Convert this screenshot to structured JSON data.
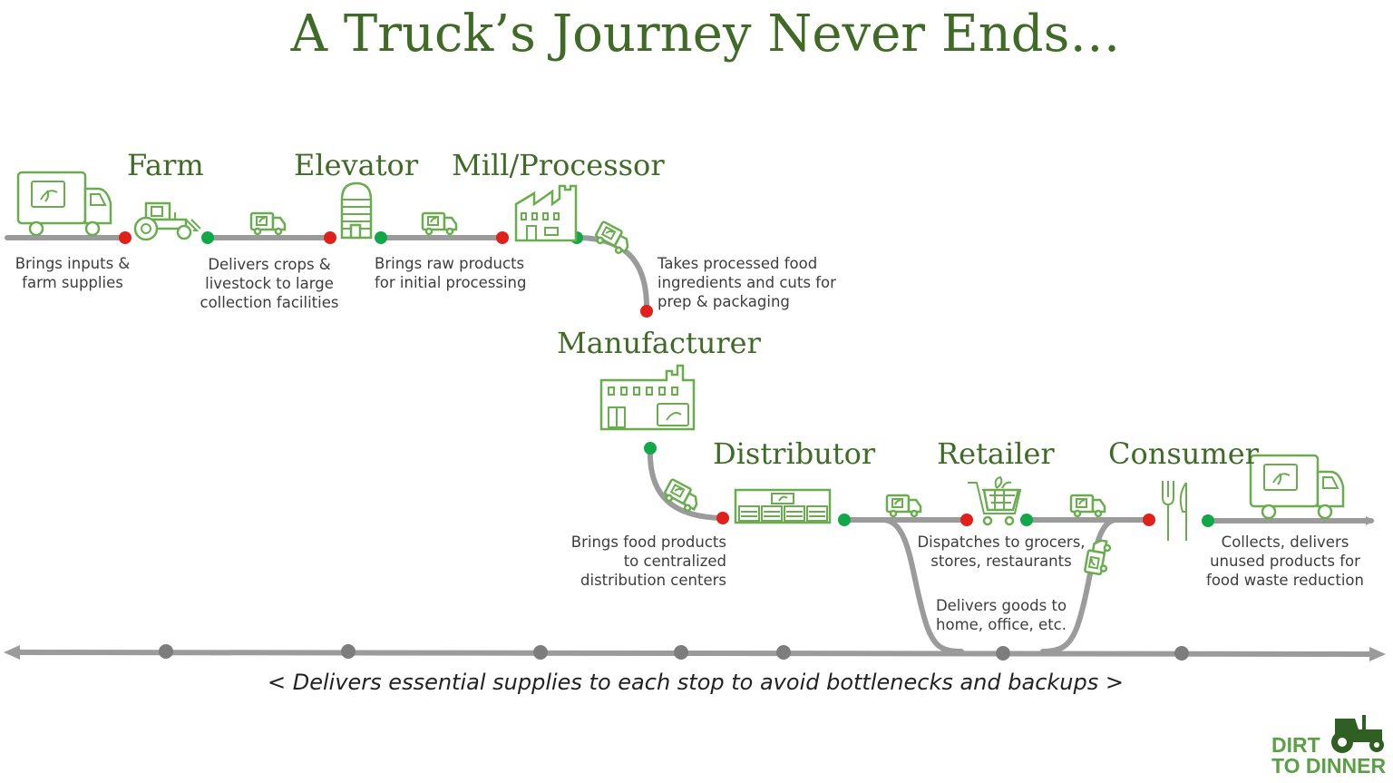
{
  "title": "A Truck’s Journey Never Ends…",
  "stops": {
    "farm": "Farm",
    "elevator": "Elevator",
    "mill": "Mill/Processor",
    "manufacturer": "Manufacturer",
    "distributor": "Distributor",
    "retailer": "Retailer",
    "consumer": "Consumer"
  },
  "descriptions": {
    "inputs": [
      "Brings inputs &",
      "farm supplies"
    ],
    "crops": [
      "Delivers crops &",
      "livestock to large",
      "collection facilities"
    ],
    "raw": [
      "Brings raw products",
      "for initial processing"
    ],
    "processed": [
      "Takes processed food",
      "ingredients and cuts for",
      "prep & packaging"
    ],
    "food_products": [
      "Brings food products",
      "to centralized",
      "distribution centers"
    ],
    "dispatch": [
      "Dispatches to grocers,",
      "stores, restaurants"
    ],
    "home": [
      "Delivers goods to",
      "home, office, etc."
    ],
    "collects": [
      "Collects, delivers",
      "unused products for",
      "food waste reduction"
    ]
  },
  "footer": "< Delivers essential supplies to each stop to avoid bottlenecks and backups >",
  "logo": [
    "DIRT",
    "TO DINNER"
  ],
  "colors": {
    "accent": "#3f6b27",
    "icon": "#6aad4f",
    "road": "#9b9b9b",
    "stop_red": "#e0201b",
    "stop_green": "#11a84a",
    "supply_dot": "#7d7d7d"
  },
  "icons": [
    "truck-icon",
    "tractor-icon",
    "silo-icon",
    "factory-icon",
    "warehouse-icon",
    "shopping-cart-icon",
    "fork-knife-icon"
  ]
}
